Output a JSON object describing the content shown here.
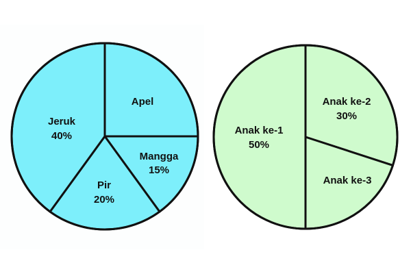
{
  "chart_data": [
    {
      "type": "pie",
      "title": "",
      "color": "#7DEFFB",
      "slices": [
        {
          "label": "Apel",
          "value": null,
          "percent_text": ""
        },
        {
          "label": "Mangga",
          "value": 15,
          "percent_text": "15%"
        },
        {
          "label": "Pir",
          "value": 20,
          "percent_text": "20%"
        },
        {
          "label": "Jeruk",
          "value": 40,
          "percent_text": "40%"
        }
      ]
    },
    {
      "type": "pie",
      "title": "",
      "color": "#CFFBCD",
      "slices": [
        {
          "label": "Anak ke-2",
          "value": 30,
          "percent_text": "30%"
        },
        {
          "label": "Anak ke-3",
          "value": null,
          "percent_text": ""
        },
        {
          "label": "Anak ke-1",
          "value": 50,
          "percent_text": "50%"
        }
      ]
    }
  ]
}
